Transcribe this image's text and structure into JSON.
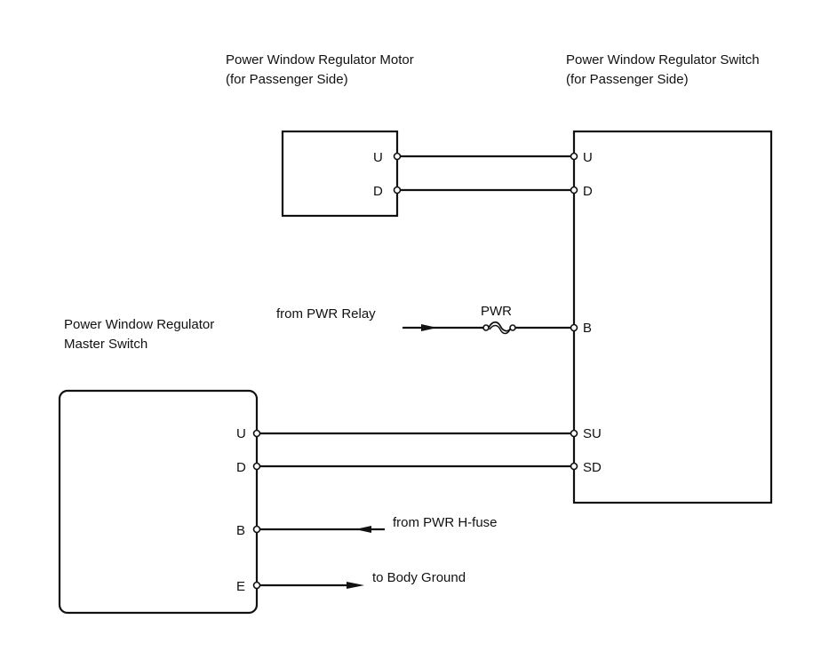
{
  "components": {
    "motor": {
      "title_line1": "Power Window Regulator Motor",
      "title_line2": "(for Passenger Side)",
      "pins": [
        "U",
        "D"
      ]
    },
    "passenger_switch": {
      "title_line1": "Power Window Regulator Switch",
      "title_line2": "(for Passenger Side)",
      "pins": [
        "U",
        "D",
        "B",
        "SU",
        "SD"
      ]
    },
    "master_switch": {
      "title_line1": "Power Window Regulator",
      "title_line2": "Master Switch",
      "pins": [
        "U",
        "D",
        "B",
        "E"
      ]
    }
  },
  "fuse": {
    "label": "PWR"
  },
  "annotations": {
    "from_relay": "from PWR Relay",
    "from_hfuse": "from PWR H-fuse",
    "to_ground": "to Body Ground"
  },
  "colors": {
    "line": "#111111",
    "background": "#ffffff"
  }
}
